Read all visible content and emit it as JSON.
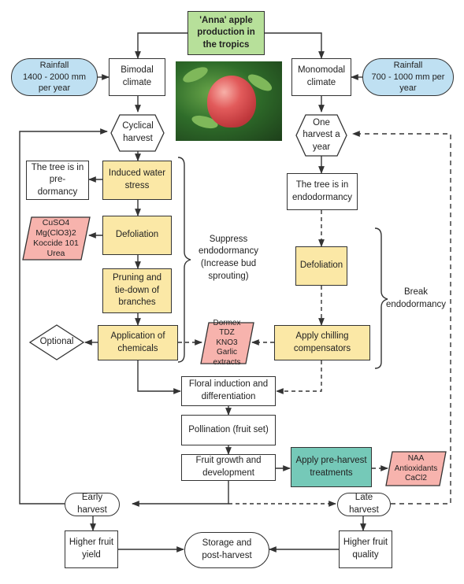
{
  "title": "'Anna' apple\nproduction in\nthe tropics",
  "bimodal": {
    "climate": "Bimodal\nclimate",
    "rainfall": "Rainfall\n1400 - 2000 mm\nper year",
    "harvest": "Cyclical\nharvest",
    "predormancy": "The tree is in\npre-dormancy",
    "water_stress": "Induced water\nstress",
    "defoliation": "Defoliation",
    "defoliants": "CuSO4\nMg(ClO3)2\nKoccide 101\nUrea",
    "pruning": "Pruning and\ntie-down of\nbranches",
    "chemicals": "Application of\nchemicals",
    "optional": "Optional",
    "suppress": "Suppress\nendodormancy\n(Increase bud\nsprouting)"
  },
  "monomodal": {
    "climate": "Monomodal\nclimate",
    "rainfall": "Rainfall\n700 - 1000 mm per\nyear",
    "harvest": "One\nharvest a\nyear",
    "endodormancy": "The tree is in\nendodormancy",
    "defoliation": "Defoliation",
    "chilling": "Apply chilling\ncompensators",
    "compensators": "Dormex\nTDZ\nKNO3\nGarlic extracts",
    "break": "Break\nendodormancy"
  },
  "common": {
    "floral": "Floral induction and\ndifferentiation",
    "pollination": "Pollination (fruit set)",
    "fruit_growth": "Fruit growth and\ndevelopment",
    "preharvest": "Apply pre-harvest\ntreatments",
    "preharvest_chems": "NAA\nAntioxidants\nCaCl2",
    "early_harvest": "Early\nharvest",
    "late_harvest": "Late harvest",
    "yield": "Higher fruit\nyield",
    "storage": "Storage and\npost-harvest",
    "quality": "Higher fruit\nquality"
  },
  "colors": {
    "title": "#b7e09a",
    "rainfall": "#bfe0f2",
    "process": "#fbe8a6",
    "chemicals": "#f7b3ad",
    "preharvest": "#75c9b8"
  }
}
